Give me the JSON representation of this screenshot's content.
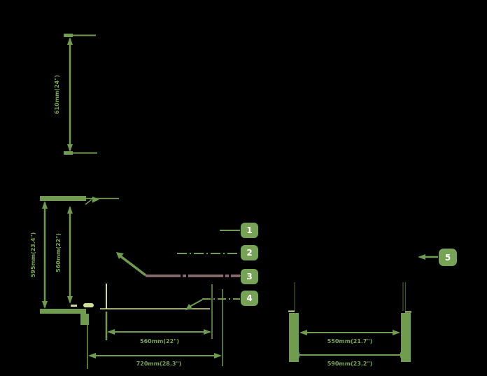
{
  "colors": {
    "line_green": "#6f9c4e",
    "highlight_green": "#cde096",
    "magenta": "#c03aa4",
    "dark_olive": "#3f5526",
    "badge_green": "#76a356",
    "badge_number_white": "#ffffff",
    "background": "#000000"
  },
  "callouts": [
    {
      "number": "1"
    },
    {
      "number": "2"
    },
    {
      "number": "3"
    },
    {
      "number": "4"
    },
    {
      "number": "5"
    }
  ],
  "dimensions": {
    "total_height": "610mm(24\")",
    "outer_height": "595mm(23.4\")",
    "inner_height": "560mm(22\")",
    "front_inner_width": "560mm(22\")",
    "front_outer_width": "720mm(28.3\")",
    "side_inner_width": "550mm(21.7\")",
    "side_outer_width": "590mm(23.2\")"
  }
}
